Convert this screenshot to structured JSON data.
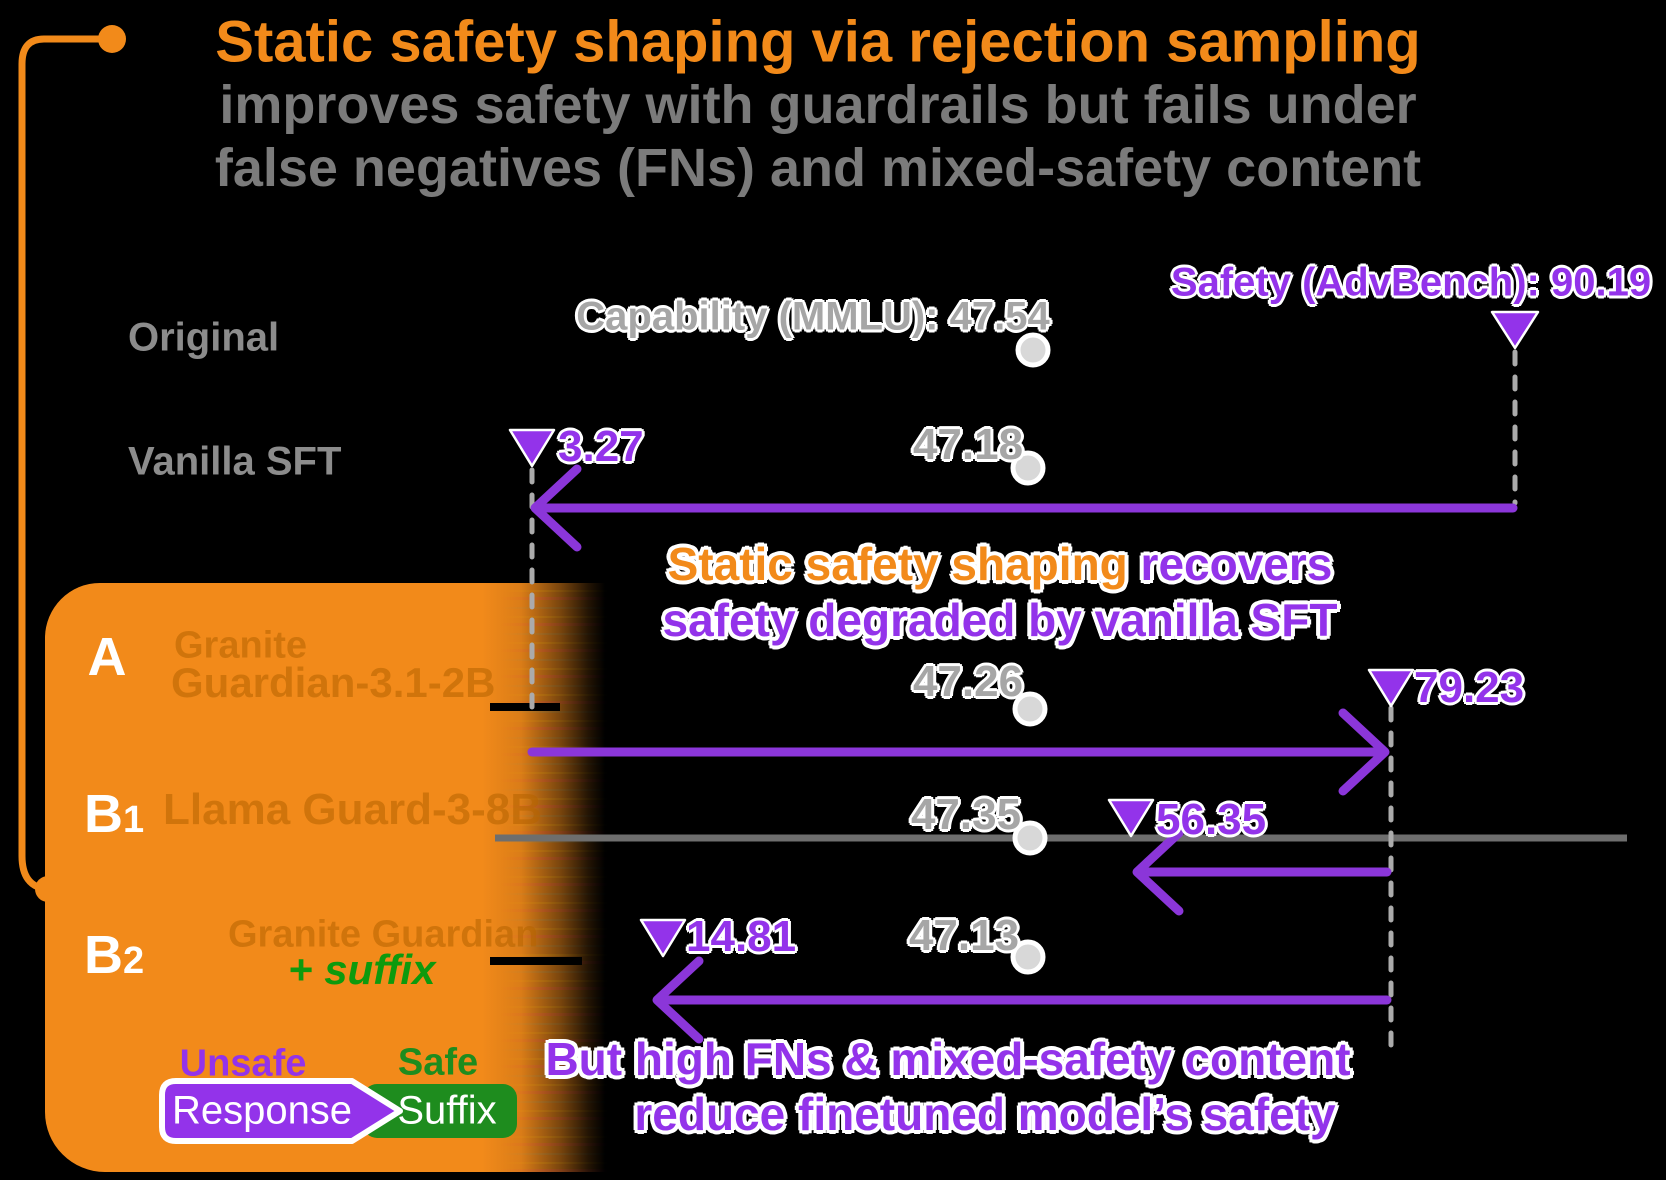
{
  "title": {
    "line1": "Static safety shaping via rejection sampling",
    "line2": "improves safety with guardrails but fails under",
    "line3": "false negatives (FNs) and mixed-safety content"
  },
  "headers": {
    "capability": "Capability (MMLU): 47.54",
    "safety": "Safety (AdvBench): 90.19"
  },
  "rows": {
    "original": {
      "label": "Original",
      "mmlu": "47.54",
      "safety": "90.19"
    },
    "vanilla": {
      "label": "Vanilla SFT",
      "mmlu": "47.18",
      "safety": "3.27"
    },
    "a": {
      "label": "A",
      "ghost1": "Granite",
      "ghost2": "Guardian-3.1-2B",
      "mmlu": "47.26",
      "safety": "79.23"
    },
    "b1": {
      "label": "B",
      "sub": "1",
      "ghost": "Llama Guard-3-8B",
      "mmlu": "47.35",
      "safety": "56.35"
    },
    "b2": {
      "label": "B",
      "sub": "2",
      "ghost": "Granite Guardian",
      "suffix_note": "+ suffix",
      "mmlu": "47.13",
      "safety": "14.81"
    }
  },
  "annotations": {
    "mid_orange": "Static safety shaping",
    "mid_purple": " recovers",
    "mid_line2": "safety degraded by vanilla SFT",
    "bottom_line1": "But high FNs & mixed-safety content",
    "bottom_line2": "reduce finetuned model’s safety"
  },
  "legend": {
    "unsafe": "Unsafe",
    "response": "Response",
    "safe": "Safe",
    "suffix": "Suffix"
  },
  "colors": {
    "orange": "#F28A1A",
    "purple": "#9333EA",
    "arrow_purple": "#8B36D9",
    "green_dark": "#1E8C1E",
    "green_bright": "#0D9A0D",
    "gray_label": "#8C8C8C",
    "value_gray": "#A6A6A6",
    "dot_fill": "#D8D8D8",
    "line_gray": "#6E6E6E",
    "dash_gray": "#ABABAB"
  },
  "chart_data": {
    "type": "scatter",
    "title": "Static safety shaping via rejection sampling improves safety with guardrails but fails under false negatives (FNs) and mixed-safety content",
    "x_metrics": [
      "Capability (MMLU)",
      "Safety (AdvBench)"
    ],
    "rows": [
      {
        "label": "Original",
        "capability_mmlu": 47.54,
        "safety_advbench": 90.19
      },
      {
        "label": "Vanilla SFT",
        "capability_mmlu": 47.18,
        "safety_advbench": 3.27
      },
      {
        "label": "A",
        "capability_mmlu": 47.26,
        "safety_advbench": 79.23
      },
      {
        "label": "B1",
        "capability_mmlu": 47.35,
        "safety_advbench": 56.35
      },
      {
        "label": "B2",
        "capability_mmlu": 47.13,
        "safety_advbench": 14.81
      }
    ],
    "arrows": [
      {
        "row": "Vanilla SFT",
        "from": 90.19,
        "to": 3.27,
        "meaning": "vanilla SFT degrades safety"
      },
      {
        "row": "A",
        "from": 3.27,
        "to": 79.23,
        "meaning": "static safety shaping recovers safety degraded by vanilla SFT"
      },
      {
        "row": "B1",
        "from": 79.23,
        "to": 56.35,
        "meaning": "high FNs reduce finetuned model's safety"
      },
      {
        "row": "B2",
        "from": 79.23,
        "to": 14.81,
        "meaning": "mixed-safety content reduces finetuned model's safety"
      }
    ],
    "legend": "Unsafe Response + Safe Suffix",
    "grid": false
  }
}
